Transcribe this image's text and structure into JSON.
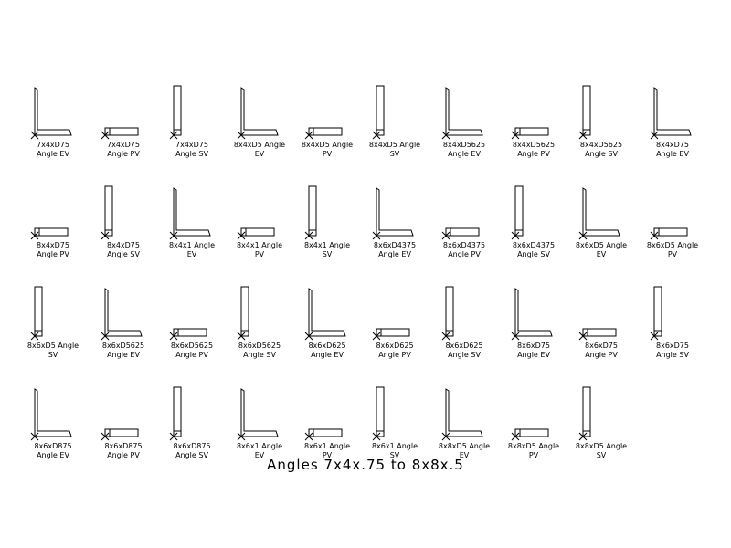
{
  "title": "Angles 7x4x.75 to 8x8x.5",
  "colors": {
    "background": "#ffffff",
    "ink": "#000000"
  },
  "items": [
    {
      "label1": "7x4xD75",
      "label2": "Angle EV",
      "view": "EV"
    },
    {
      "label1": "7x4xD75",
      "label2": "Angle PV",
      "view": "PV"
    },
    {
      "label1": "7x4xD75",
      "label2": "Angle SV",
      "view": "SV"
    },
    {
      "label1": "8x4xD5 Angle",
      "label2": "EV",
      "view": "EV"
    },
    {
      "label1": "8x4xD5 Angle",
      "label2": "PV",
      "view": "PV"
    },
    {
      "label1": "8x4xD5 Angle",
      "label2": "SV",
      "view": "SV"
    },
    {
      "label1": "8x4xD5625",
      "label2": "Angle EV",
      "view": "EV"
    },
    {
      "label1": "8x4xD5625",
      "label2": "Angle PV",
      "view": "PV"
    },
    {
      "label1": "8x4xD5625",
      "label2": "Angle SV",
      "view": "SV"
    },
    {
      "label1": "8x4xD75",
      "label2": "Angle EV",
      "view": "EV"
    },
    {
      "label1": "8x4xD75",
      "label2": "Angle PV",
      "view": "PV"
    },
    {
      "label1": "8x4xD75",
      "label2": "Angle SV",
      "view": "SV"
    },
    {
      "label1": "8x4x1 Angle",
      "label2": "EV",
      "view": "EV"
    },
    {
      "label1": "8x4x1 Angle",
      "label2": "PV",
      "view": "PV"
    },
    {
      "label1": "8x4x1 Angle",
      "label2": "SV",
      "view": "SV"
    },
    {
      "label1": "8x6xD4375",
      "label2": "Angle EV",
      "view": "EV"
    },
    {
      "label1": "8x6xD4375",
      "label2": "Angle PV",
      "view": "PV"
    },
    {
      "label1": "8x6xD4375",
      "label2": "Angle SV",
      "view": "SV"
    },
    {
      "label1": "8x6xD5 Angle",
      "label2": "EV",
      "view": "EV"
    },
    {
      "label1": "8x6xD5 Angle",
      "label2": "PV",
      "view": "PV"
    },
    {
      "label1": "8x6xD5 Angle",
      "label2": "SV",
      "view": "SV"
    },
    {
      "label1": "8x6xD5625",
      "label2": "Angle EV",
      "view": "EV"
    },
    {
      "label1": "8x6xD5625",
      "label2": "Angle PV",
      "view": "PV"
    },
    {
      "label1": "8x6xD5625",
      "label2": "Angle SV",
      "view": "SV"
    },
    {
      "label1": "8x6xD625",
      "label2": "Angle EV",
      "view": "EV"
    },
    {
      "label1": "8x6xD625",
      "label2": "Angle PV",
      "view": "PV"
    },
    {
      "label1": "8x6xD625",
      "label2": "Angle SV",
      "view": "SV"
    },
    {
      "label1": "8x6xD75",
      "label2": "Angle EV",
      "view": "EV"
    },
    {
      "label1": "8x6xD75",
      "label2": "Angle PV",
      "view": "PV"
    },
    {
      "label1": "8x6xD75",
      "label2": "Angle SV",
      "view": "SV"
    },
    {
      "label1": "8x6xD875",
      "label2": "Angle EV",
      "view": "EV"
    },
    {
      "label1": "8x6xD875",
      "label2": "Angle PV",
      "view": "PV"
    },
    {
      "label1": "8x6xD875",
      "label2": "Angle SV",
      "view": "SV"
    },
    {
      "label1": "8x6x1 Angle",
      "label2": "EV",
      "view": "EV"
    },
    {
      "label1": "8x6x1 Angle",
      "label2": "PV",
      "view": "PV"
    },
    {
      "label1": "8x6x1 Angle",
      "label2": "SV",
      "view": "SV"
    },
    {
      "label1": "8x8xD5 Angle",
      "label2": "EV",
      "view": "EV"
    },
    {
      "label1": "8x8xD5 Angle",
      "label2": "PV",
      "view": "PV"
    },
    {
      "label1": "8x8xD5 Angle",
      "label2": "SV",
      "view": "SV"
    }
  ]
}
